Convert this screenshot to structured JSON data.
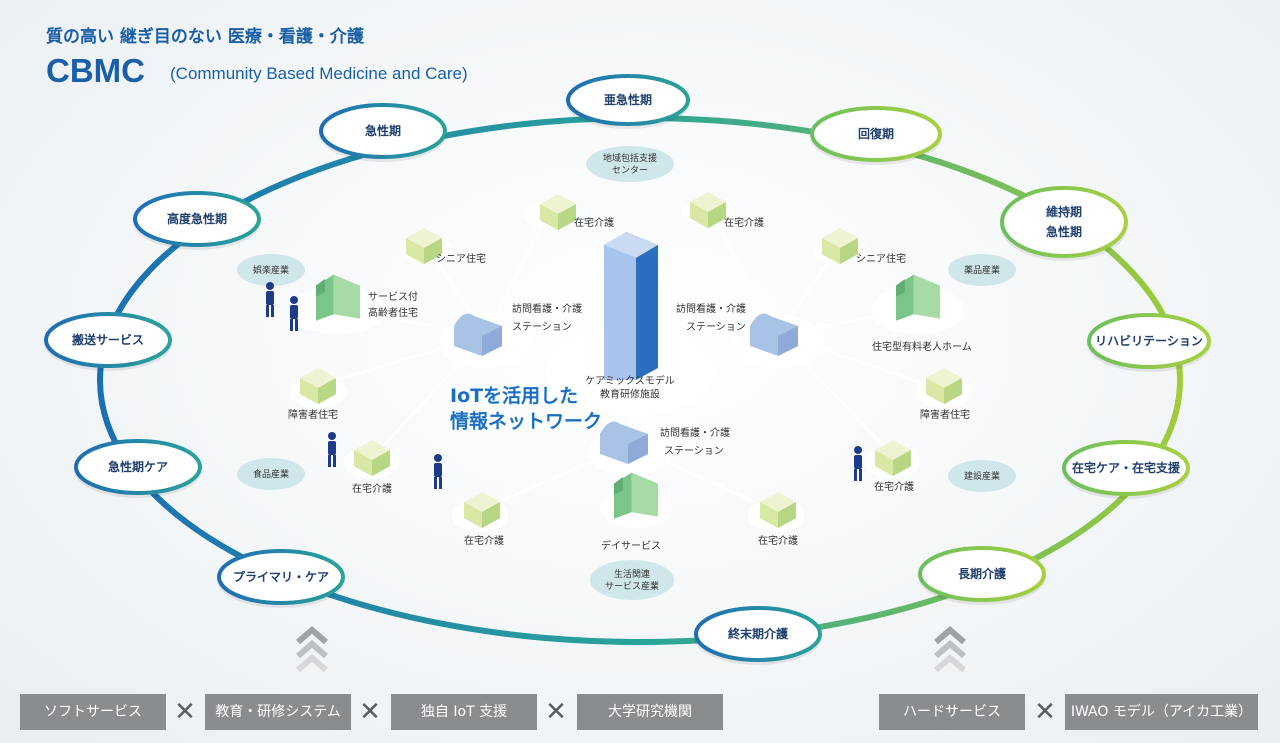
{
  "header": {
    "subtitle": "質の高い 継ぎ目のない 医療・看護・介護",
    "title": "CBMC",
    "title_en": "(Community Based Medicine and Care)"
  },
  "colors": {
    "ring_start": "#1a6fb5",
    "ring_mid": "#2aa39a",
    "ring_end": "#9fcc3a",
    "building_blue": "#a9c3e6",
    "building_green": "#9fd49a",
    "tower_blue": "#3f7fd0",
    "sector_bubble": "#cfe6ea",
    "bar_gray": "#8a8d8f",
    "accent_text": "#1a5fa8"
  },
  "ring_nodes": [
    {
      "label": "亜急性期"
    },
    {
      "label": "回復期"
    },
    {
      "label": "維持期\n急性期"
    },
    {
      "label": "リハビリテーション"
    },
    {
      "label": "在宅ケア・在宅支援"
    },
    {
      "label": "長期介護"
    },
    {
      "label": "終末期介護"
    },
    {
      "label": "プライマリ・ケア"
    },
    {
      "label": "急性期ケア"
    },
    {
      "label": "搬送サービス"
    },
    {
      "label": "高度急性期"
    },
    {
      "label": "急性期"
    }
  ],
  "sectors": [
    {
      "label": "地域包括支援\nセンター"
    },
    {
      "label": "娯楽産業"
    },
    {
      "label": "薬品産業"
    },
    {
      "label": "食品産業"
    },
    {
      "label": "建設産業"
    },
    {
      "label": "生活関連\nサービス産業"
    }
  ],
  "center": {
    "label": "ケアミックスモデル\n教育研修施設",
    "network_title": "IoTを活用した\n情報ネットワーク"
  },
  "hubs": [
    {
      "label": "訪問看護・介護\nステーション"
    },
    {
      "label": "訪問看護・介護\nステーション"
    },
    {
      "label": "訪問看護・介護\nステーション"
    }
  ],
  "facilities": [
    {
      "label": "在宅介護",
      "icon": "house-icon"
    },
    {
      "label": "在宅介護",
      "icon": "house-icon"
    },
    {
      "label": "シニア住宅",
      "icon": "house-icon"
    },
    {
      "label": "シニア住宅",
      "icon": "house-icon"
    },
    {
      "label": "サービス付\n高齢者住宅",
      "icon": "building-icon"
    },
    {
      "label": "住宅型有料老人ホーム",
      "icon": "building-icon"
    },
    {
      "label": "障害者住宅",
      "icon": "house-icon"
    },
    {
      "label": "障害者住宅",
      "icon": "house-icon"
    },
    {
      "label": "在宅介護",
      "icon": "house-icon"
    },
    {
      "label": "在宅介護",
      "icon": "house-icon"
    },
    {
      "label": "在宅介護",
      "icon": "house-icon"
    },
    {
      "label": "デイサービス",
      "icon": "building-icon"
    },
    {
      "label": "在宅介護",
      "icon": "house-icon"
    }
  ],
  "bottom_bar": {
    "items": [
      "ソフトサービス",
      "教育・研修システム",
      "独自 IoT 支援",
      "大学研究機関",
      "ハードサービス",
      "IWAO モデル（アイカ工業）"
    ],
    "separator": "✕"
  }
}
